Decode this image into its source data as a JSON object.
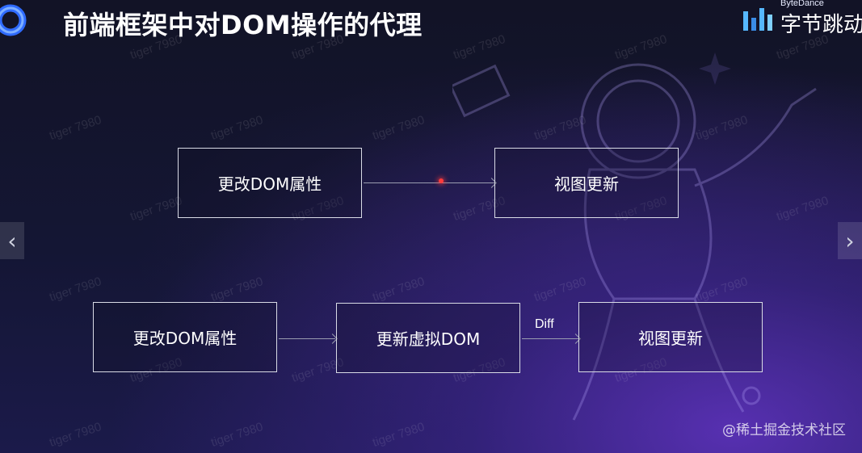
{
  "slide": {
    "title": "前端框架中对DOM操作的代理",
    "brand_small": "ByteDance",
    "brand_big": "字节跳动",
    "watermark_text": "tiger 7980",
    "footer_watermark": "@稀土掘金技术社区"
  },
  "diagram": {
    "row1": {
      "box1": "更改DOM属性",
      "box2": "视图更新"
    },
    "row2": {
      "box1": "更改DOM属性",
      "box2": "更新虚拟DOM",
      "arrow_label": "Diff",
      "box3": "视图更新"
    }
  },
  "nav": {
    "prev_label": "‹",
    "next_label": "›"
  },
  "colors": {
    "background": "#121326",
    "accent_purple": "#6234c4",
    "box_border": "#d9dbe6",
    "logo_blue": "#2f6bff",
    "brand_bars": "#56b8ff"
  }
}
